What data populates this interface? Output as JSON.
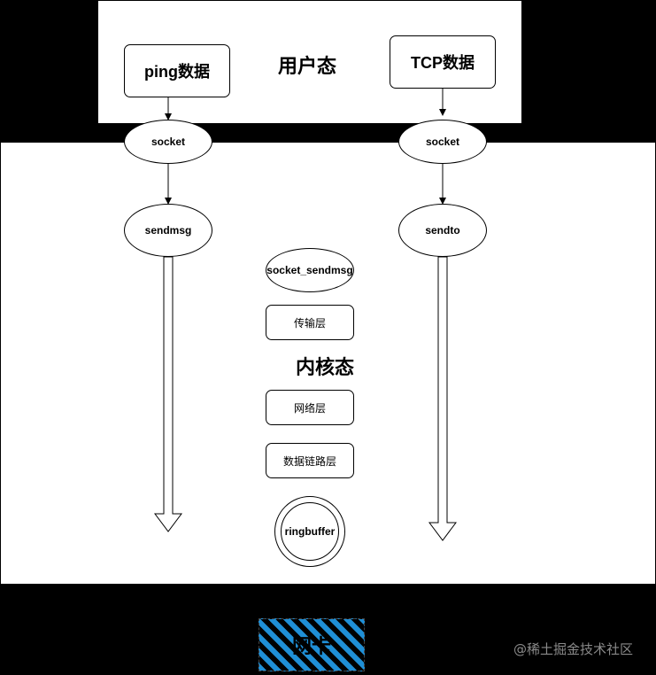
{
  "user_space": {
    "title": "用户态",
    "left_data": "ping数据",
    "right_data": "TCP数据"
  },
  "kernel_space": {
    "title": "内核态",
    "left_socket": "socket",
    "left_call": "sendmsg",
    "right_socket": "socket",
    "right_call": "sendto",
    "layers": [
      "socket_sendmsg",
      "传输层",
      "网络层",
      "数据链路层",
      "ringbuffer"
    ]
  },
  "nic": {
    "label": "网卡"
  },
  "watermark": "@稀土掘金技术社区",
  "colors": {
    "nic_stripe": "#1f8fd6",
    "background": "#000000"
  }
}
